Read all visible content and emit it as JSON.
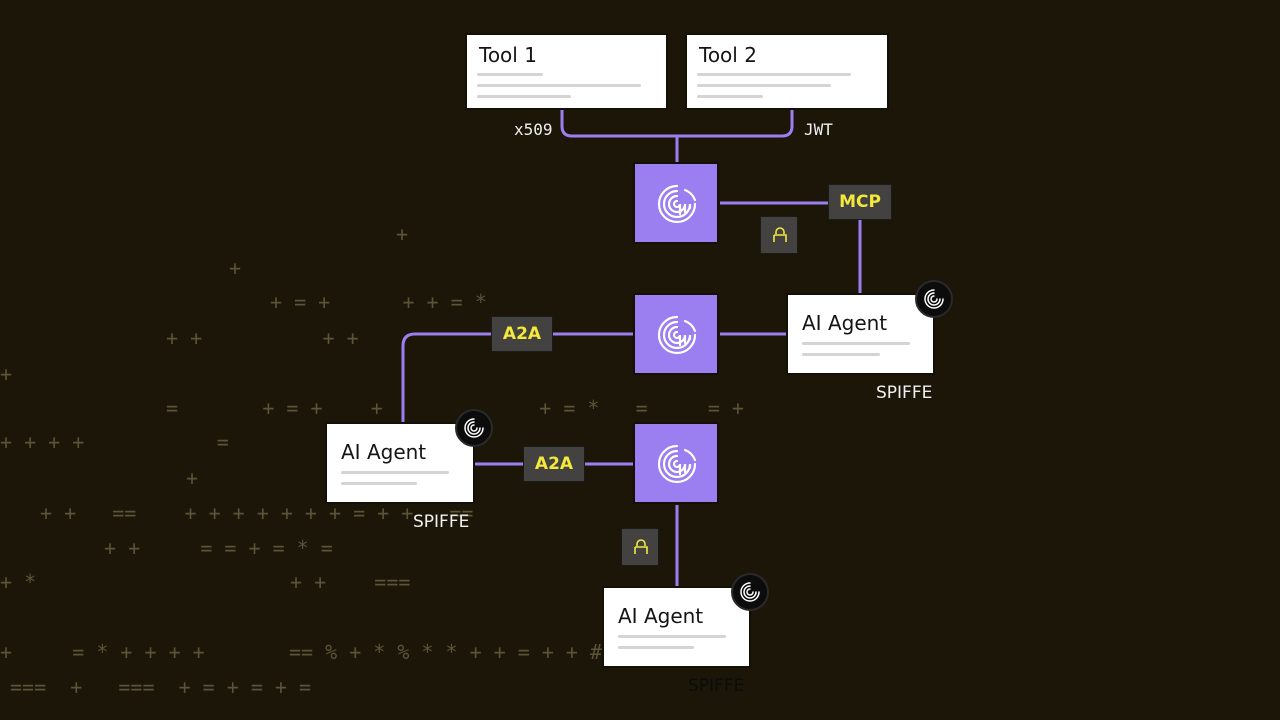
{
  "tools": [
    {
      "title": "Tool 1"
    },
    {
      "title": "Tool 2"
    }
  ],
  "protocols": {
    "x509": "x509",
    "jwt": "JWT",
    "mcp": "MCP",
    "a2a_top": "A2A",
    "a2a_bottom": "A2A"
  },
  "agents": [
    {
      "title": "AI Agent",
      "id_label": "SPIFFE"
    },
    {
      "title": "AI Agent",
      "id_label": "SPIFFE"
    },
    {
      "title": "AI Agent",
      "id_label": "SPIFFE"
    }
  ],
  "colors": {
    "background": "#1b1608",
    "accent_purple": "#9b7ff0",
    "tag_bg": "#444240",
    "tag_text": "#f2e93a"
  },
  "icons": [
    "fingerprint-icon",
    "lock-icon"
  ],
  "background_glyphs": [
    "+",
    "+",
    "+ = +      + + = *",
    "+ +          + +",
    "+",
    "=       + = +    +             + = *   =     = +",
    "+ + + +           =        + = + = +",
    "+",
    "+ +   ==    + + + + + + + = + +   ==",
    "+ +     = = + = * =",
    "+ *",
    "+ +    ===",
    "+     = * + + + +       == % + * % * * + + = + + # =",
    "===  +   ===  + = + = + ="
  ]
}
